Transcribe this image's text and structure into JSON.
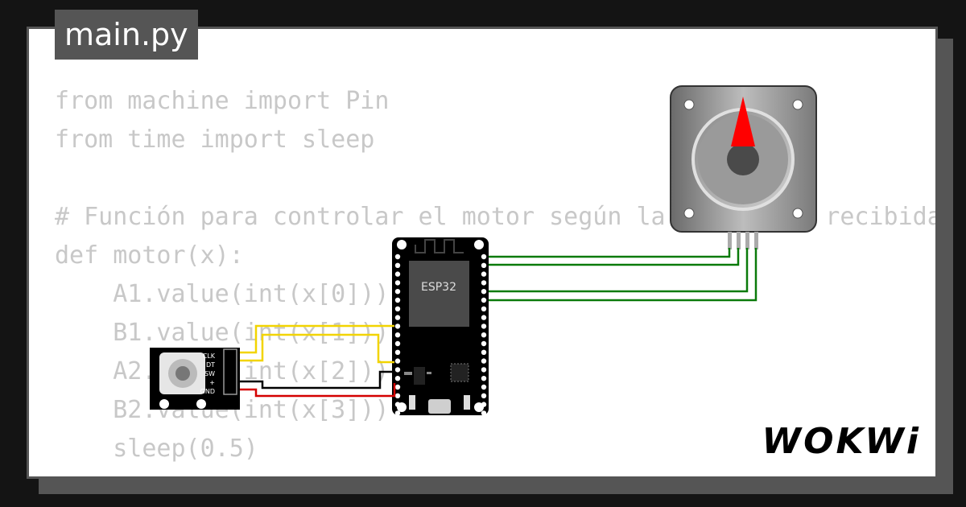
{
  "file_tab": {
    "label": "main.py"
  },
  "code_lines": [
    "from machine import Pin",
    "from time import sleep",
    "",
    "# Función para controlar el motor según la secuencia recibida",
    "def motor(x):",
    "    A1.value(int(x[0]))",
    "    B1.value(int(x[1]))",
    "    A2.value(int(x[2]))",
    "    B2.value(int(x[3]))",
    "    sleep(0.5)"
  ],
  "encoder": {
    "pins": [
      "CLK",
      "DT",
      "SW",
      "+",
      "GND"
    ]
  },
  "board": {
    "label": "ESP32"
  },
  "brand": {
    "text": "WOKWi"
  },
  "colors": {
    "background": "#141414",
    "card": "#ffffff",
    "frame": "#555555",
    "code_text": "#c8c8c8",
    "wire_green": "#0a7a0a",
    "wire_yellow": "#f2d400",
    "wire_red": "#d40000",
    "wire_black": "#000000",
    "compass_needle": "#ff0000"
  },
  "icons": [
    "stepper-motor-icon",
    "esp32-board-icon",
    "rotary-encoder-icon",
    "compass-needle-icon"
  ]
}
